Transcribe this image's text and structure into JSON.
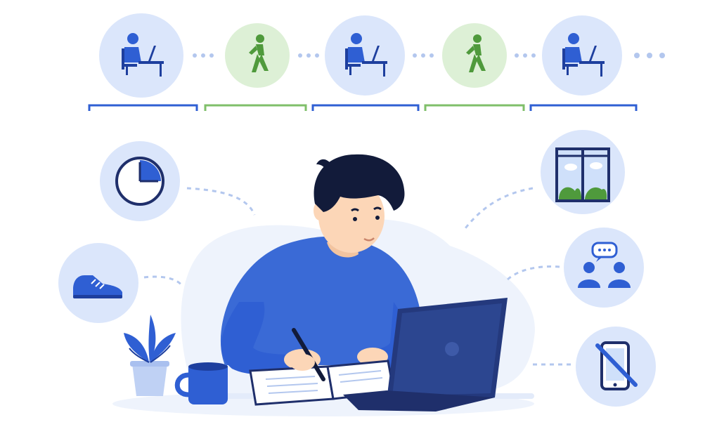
{
  "colors": {
    "blue": "#2f5fd3",
    "blue_dark": "#1e3f9e",
    "navy": "#1f2f6b",
    "light_blue_circle": "#dbe6fb",
    "light_green_circle": "#ddf0d6",
    "green": "#4f9a3c",
    "green_line": "#7fbf6a",
    "skin": "#fcd6b7",
    "hair": "#121b3a",
    "blob": "#eef3fc",
    "dots": "#b3c7ee"
  },
  "timeline": {
    "steps": [
      {
        "type": "work",
        "icon": "person-at-desk-icon"
      },
      {
        "type": "break",
        "icon": "walking-person-icon"
      },
      {
        "type": "work",
        "icon": "person-at-desk-icon"
      },
      {
        "type": "break",
        "icon": "walking-person-icon"
      },
      {
        "type": "work",
        "icon": "person-at-desk-icon"
      }
    ]
  },
  "tips_left": [
    {
      "icon": "timer-clock-icon"
    },
    {
      "icon": "sneaker-icon"
    }
  ],
  "tips_right": [
    {
      "icon": "window-view-icon"
    },
    {
      "icon": "chatting-people-icon"
    },
    {
      "icon": "no-phone-icon"
    }
  ],
  "scene": {
    "items": [
      "person-writing",
      "laptop-icon",
      "notebook-icon",
      "coffee-mug-icon",
      "potted-plant-icon"
    ]
  }
}
